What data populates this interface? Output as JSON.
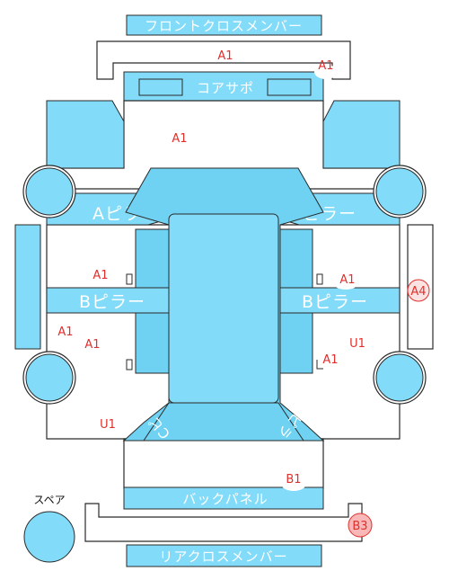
{
  "labels": {
    "front_cross_member": "フロントクロスメンバー",
    "core_support": "コアサポ",
    "a_pillar_left": "Aピラー",
    "a_pillar_right": "Aピラー",
    "b_pillar_left": "Bピラー",
    "b_pillar_right": "Bピラー",
    "back_panel": "バックパネル",
    "rear_cross_member": "リアクロスメンバー",
    "c_pillar_left": "Cピラ",
    "c_pillar_right": "Cピラ",
    "spare": "スペア"
  },
  "damage_codes": {
    "front_member_a1": "A1",
    "front_member_corner_a1": "A1",
    "front_area_a1": "A1",
    "left_door_front_a1": "A1",
    "left_door_rear_a1_1": "A1",
    "left_door_rear_a1_2": "A1",
    "right_door_front_a1": "A1",
    "right_door_rear_u1": "U1",
    "right_door_rear_a1": "A1",
    "right_step_a4": "A4",
    "rear_left_u1": "U1",
    "back_panel_b1": "B1",
    "rear_member_b3": "B3"
  },
  "colors": {
    "panel_fill": "#82dbf8",
    "panel_fill_dark": "#6fd2f2",
    "outline": "#2a2a2a",
    "code_red": "#e0302c"
  }
}
